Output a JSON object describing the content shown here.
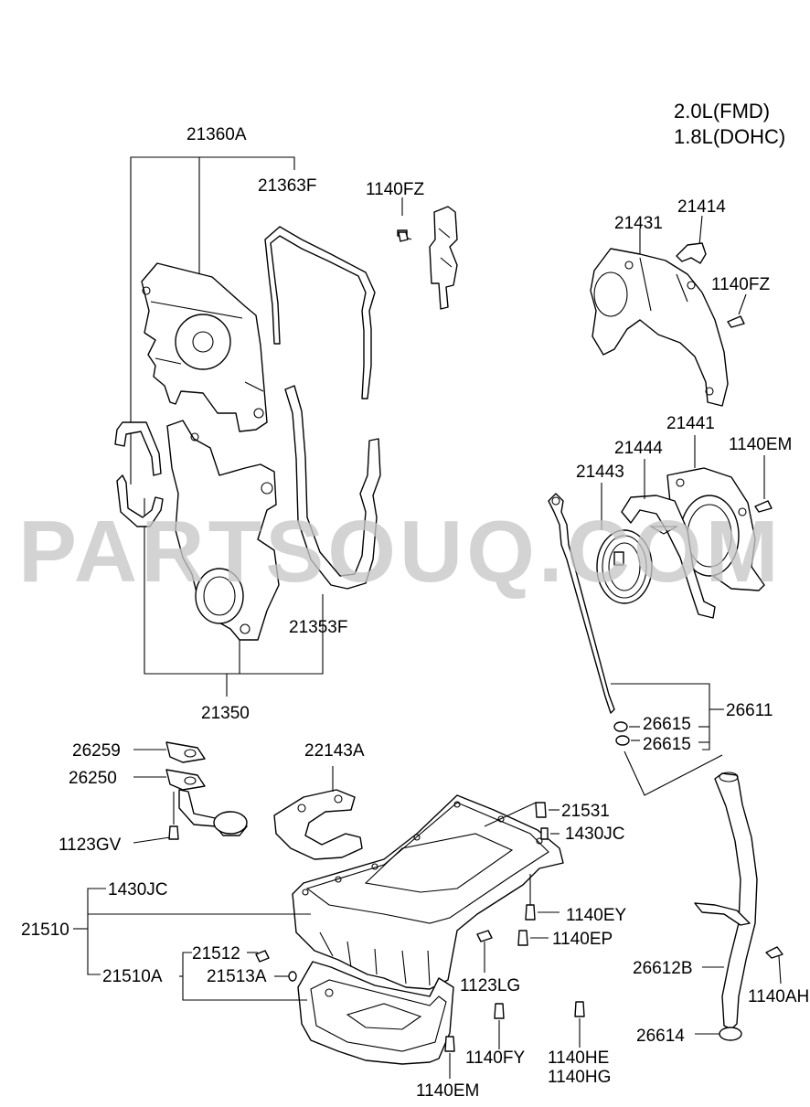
{
  "engine": {
    "line1": "2.0L(FMD)",
    "line2": "1.8L(DOHC)"
  },
  "watermark": "PARTSOUQ.COM",
  "labels": {
    "p21360A": "21360A",
    "p21363F": "21363F",
    "p1140FZ_a": "1140FZ",
    "p21414": "21414",
    "p21431": "21431",
    "p1140FZ_b": "1140FZ",
    "p21441": "21441",
    "p21444": "21444",
    "p1140EM_a": "1140EM",
    "p21443": "21443",
    "p21353F": "21353F",
    "p21350": "21350",
    "p26615_a": "26615",
    "p26611": "26611",
    "p26615_b": "26615",
    "p26259": "26259",
    "p22143A": "22143A",
    "p26250": "26250",
    "p21531": "21531",
    "p1430JC_a": "1430JC",
    "p1123GV": "1123GV",
    "p1430JC_b": "1430JC",
    "p21510": "21510",
    "p1140EY": "1140EY",
    "p21512": "21512",
    "p1140EP": "1140EP",
    "p21510A": "21510A",
    "p21513A": "21513A",
    "p26612B": "26612B",
    "p1140AH": "1140AH",
    "p1123LG": "1123LG",
    "p1140FY": "1140FY",
    "p1140HE": "1140HE",
    "p26614": "26614",
    "p1140HG": "1140HG",
    "p1140EM_b": "1140EM"
  }
}
